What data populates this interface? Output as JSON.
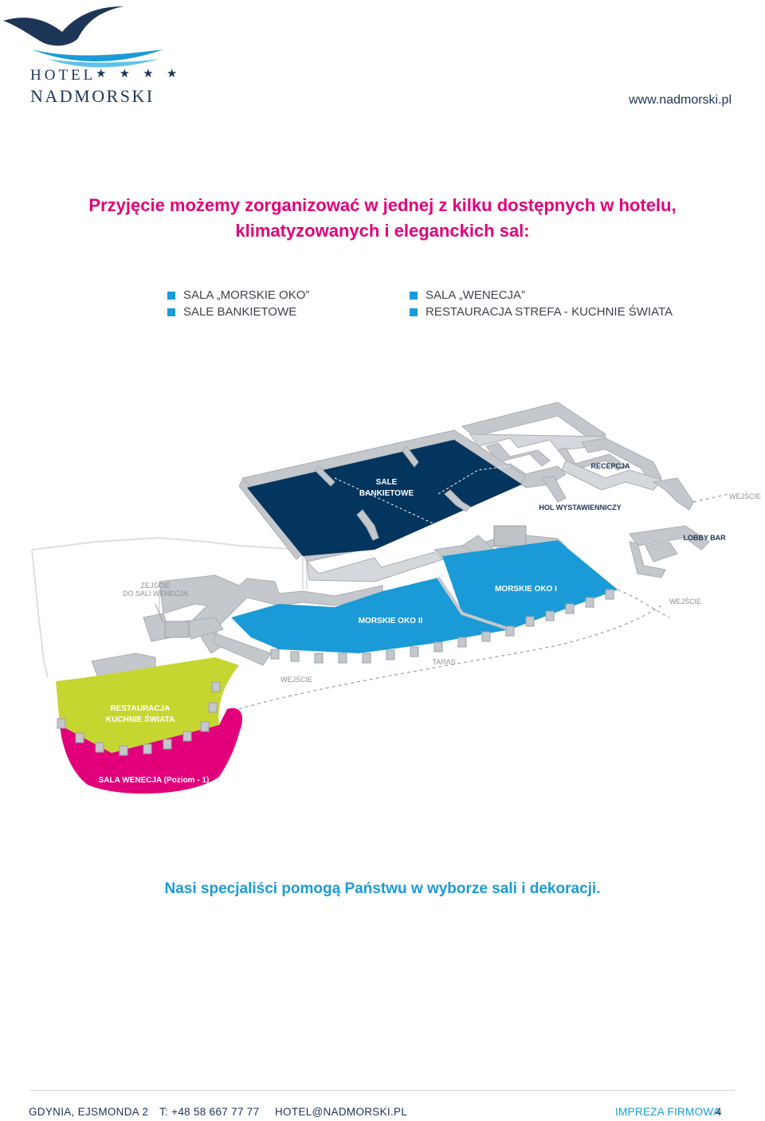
{
  "header": {
    "logo_hotel": "HOTEL",
    "logo_stars": "★ ★ ★ ★",
    "logo_name": "NADMORSKI",
    "website": "www.nadmorski.pl"
  },
  "intro": {
    "line1": "Przyjęcie możemy zorganizować w jednej z kilku dostępnych w hotelu,",
    "line2": "klimatyzowanych i eleganckich sal:"
  },
  "legend": {
    "left": [
      "SALA „MORSKIE OKO”",
      "SALE BANKIETOWE"
    ],
    "right": [
      "SALA „WENECJA”",
      "RESTAURACJA STREFA - KUCHNIE ŚWIATA"
    ]
  },
  "map": {
    "sale_bankietowe_1": "SALE",
    "sale_bankietowe_2": "BANKIETOWE",
    "recepcja": "RECEPCJA",
    "hol": "HOL WYSTAWIENNICZY",
    "wejscie_top": "WEJŚCIE",
    "lobby_bar": "LOBBY BAR",
    "zejscie_1": "ZEJŚCIE",
    "zejscie_2": "DO SALI WENECJA",
    "morskie_oko_1": "MORSKIE OKO I",
    "wejscie_right": "WEJŚCIE",
    "morskie_oko_2": "MORSKIE OKO II",
    "taras": "TARAS",
    "wejscie_left": "WEJŚCIE",
    "restauracja_1": "RESTAURACJA",
    "restauracja_2": "KUCHNIE ŚWIATA",
    "sala_wenecja": "SALA WENECJA (Poziom - 1)"
  },
  "colors": {
    "navy": "#03355e",
    "blue": "#1a9bd7",
    "lime": "#c6d630",
    "magenta": "#e2007a",
    "wall": "#c4c7cb"
  },
  "cta": "Nasi specjaliści pomogą Państwu w wyborze sali i dekoracji.",
  "footer": {
    "address": "GDYNIA, EJSMONDA 2",
    "phone": "T: +48 58 667 77 77",
    "email": "HOTEL@NADMORSKI.PL",
    "section": "IMPREZA FIRMOWA",
    "page": "4"
  }
}
